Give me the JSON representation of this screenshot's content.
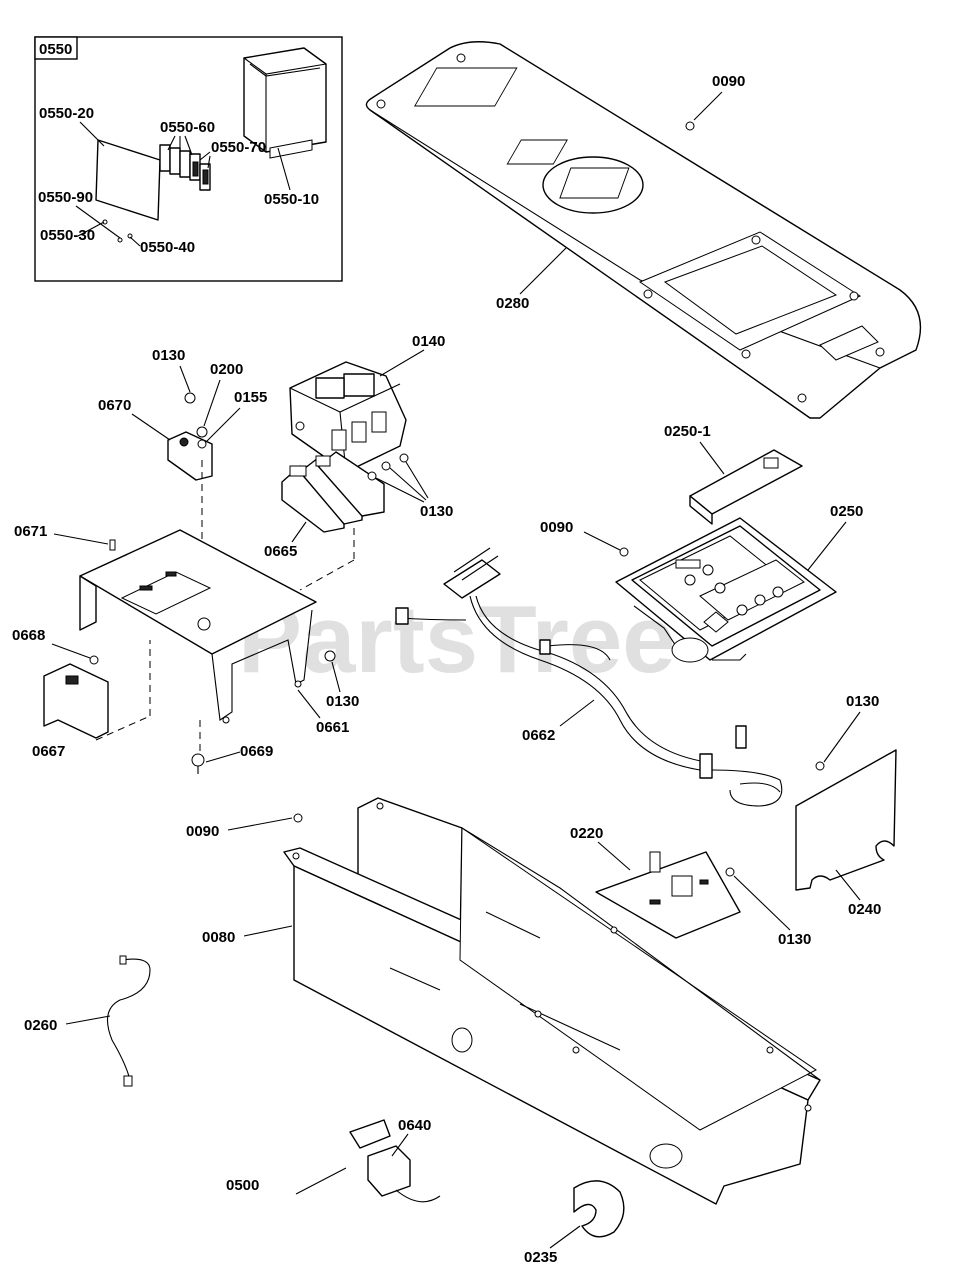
{
  "watermark": "PartsTree",
  "inset": {
    "box_label": "0550",
    "labels": [
      "0550-20",
      "0550-60",
      "0550-70",
      "0550-90",
      "0550-10",
      "0550-30",
      "0550-40"
    ]
  },
  "labels": {
    "l0090a": "0090",
    "l0280": "0280",
    "l0130a": "0130",
    "l0200": "0200",
    "l0155": "0155",
    "l0140": "0140",
    "l0670": "0670",
    "l0130b": "0130",
    "l0671": "0671",
    "l0665": "0665",
    "l0250_1": "0250-1",
    "l0090b": "0090",
    "l0250": "0250",
    "l0668": "0668",
    "l0130c": "0130",
    "l0667": "0667",
    "l0661": "0661",
    "l0662": "0662",
    "l0669": "0669",
    "l0130d": "0130",
    "l0090c": "0090",
    "l0220": "0220",
    "l0240": "0240",
    "l0080": "0080",
    "l0130e": "0130",
    "l0260": "0260",
    "l0640": "0640",
    "l0500": "0500",
    "l0235": "0235"
  }
}
